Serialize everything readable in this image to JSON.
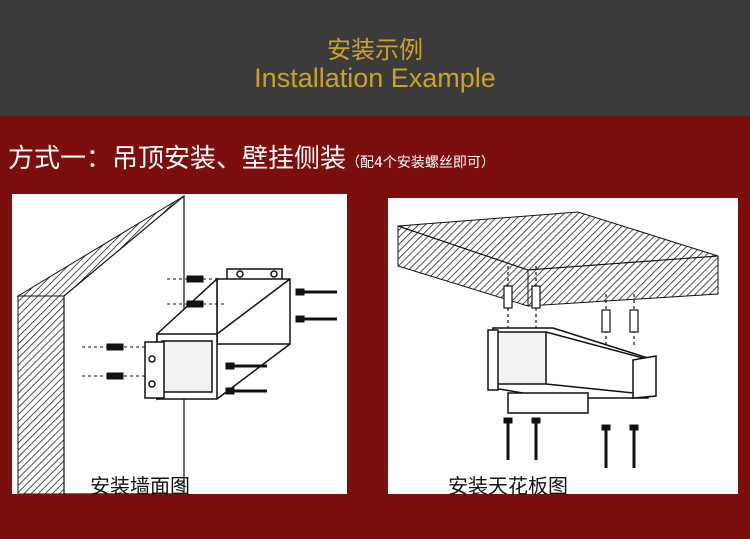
{
  "header": {
    "title_cn": "安装示例",
    "title_en": "Installation Example"
  },
  "method": {
    "label": "方式一：吊顶安装、壁挂侧装",
    "note": "（配4个安装螺丝即可）"
  },
  "panels": {
    "wall": {
      "caption": "安装墙面图"
    },
    "ceiling": {
      "caption": "安装天花板图"
    }
  },
  "colors": {
    "header_bg": "#3b3b3b",
    "title_gold": "#c9a227",
    "body_bg": "#7d0e0e",
    "panel_bg": "#ffffff"
  }
}
